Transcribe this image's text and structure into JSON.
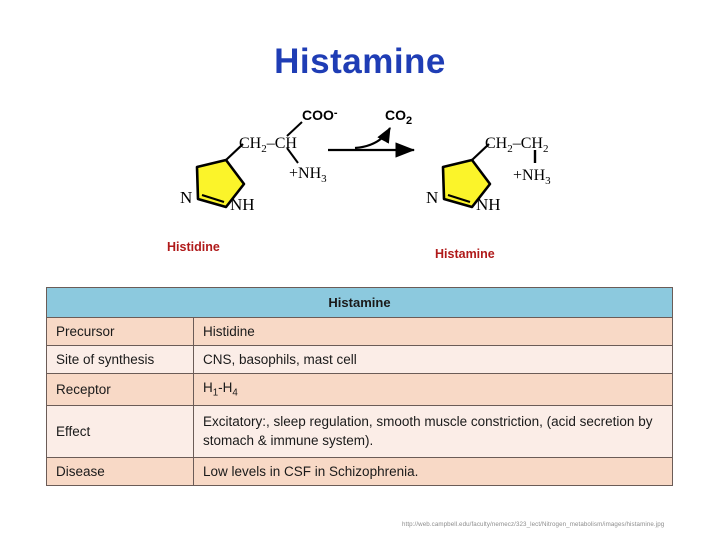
{
  "slide": {
    "title": "Histamine",
    "title_color": "#1F3DB5",
    "background_color": "#FFFFFF"
  },
  "reaction": {
    "reactant": {
      "label": "Histidine",
      "label_color": "#B01A1A",
      "ring_name": "imidazole",
      "ring_fill_color": "#FBF42A",
      "ring_atoms": [
        "N",
        "NH"
      ],
      "side_chain_top": "CH",
      "side_chain_left": "CH",
      "side_chain_left_sub": "2",
      "side_chain_right_sub": "",
      "carboxyl": "COO",
      "carboxyl_charge": "-",
      "amine": "+NH",
      "amine_sub": "3"
    },
    "product": {
      "label": "Histamine",
      "label_color": "#B01A1A",
      "ring_name": "imidazole",
      "ring_fill_color": "#FBF42A",
      "ring_atoms": [
        "N",
        "NH"
      ],
      "amine": "+NH",
      "amine_sub": "3"
    },
    "arrow_byproduct": "CO",
    "arrow_byproduct_sub": "2"
  },
  "table": {
    "header": "Histamine",
    "header_color": "#8CC9DE",
    "row_dark_color": "#F8D9C6",
    "row_light_color": "#FBEDE7",
    "rows": [
      {
        "key": "Precursor",
        "value": "Histidine"
      },
      {
        "key": "Site of synthesis",
        "value": "CNS, basophils, mast cell"
      },
      {
        "key": "Receptor",
        "value": "H1-H4"
      },
      {
        "key": "Effect",
        "value": "Excitatory:, sleep regulation, smooth muscle constriction, (acid secretion by stomach &  immune system)."
      },
      {
        "key": "Disease",
        "value": "Low levels in CSF in Schizophrenia."
      }
    ],
    "receptor_parts": {
      "h_first": "H",
      "h_first_sub": "1",
      "dash": "-",
      "h_second": "H",
      "h_second_sub": "4"
    }
  },
  "footer": {
    "source_url": "http://web.campbell.edu/faculty/nemecz/323_lect/Nitrogen_metabolism/images/histamine.jpg"
  }
}
